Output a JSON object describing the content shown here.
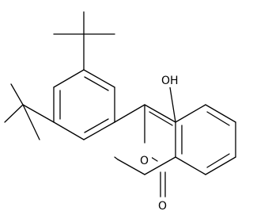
{
  "molecule": {
    "atom_labels": {
      "hydroxyl": "OH",
      "ring_oxygen": "O",
      "carbonyl_oxygen": "O"
    },
    "colors": {
      "bond": "#000000",
      "label": "#000000",
      "background": "#ffffff"
    }
  }
}
